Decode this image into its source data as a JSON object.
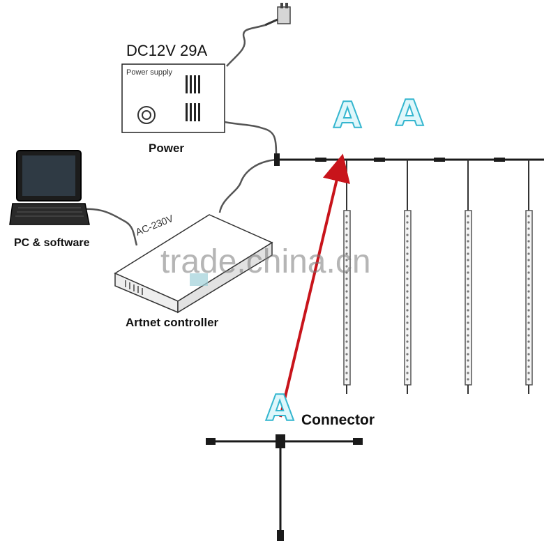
{
  "power": {
    "rating": "DC12V 29A",
    "box_label": "Power supply",
    "caption": "Power"
  },
  "controller": {
    "voltage_label": "AC-230V",
    "caption": "Artnet controller"
  },
  "pc": {
    "caption": "PC & software"
  },
  "markers": {
    "top_a_1": "A",
    "top_a_2": "A",
    "bottom_a": "A",
    "connector_caption": "Connector"
  },
  "watermark": "trade.china.cn",
  "colors": {
    "arrow": "#c8141b",
    "marker_fill": "#dff7fb",
    "marker_stroke": "#35b6cf",
    "cable": "#1a1a1a"
  }
}
